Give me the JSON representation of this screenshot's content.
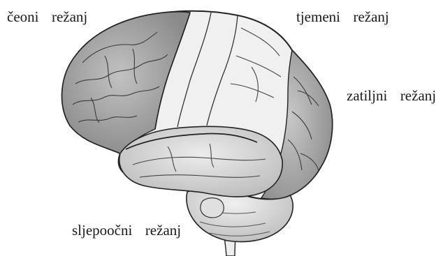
{
  "labels": {
    "frontal": "čeoni  režanj",
    "parietal": "tjemeni  režanj",
    "occipital": "zatiljni  režanj",
    "temporal": "sljepoočni  režanj"
  },
  "colors": {
    "outline": "#222222",
    "cortex_dark": "#8c8c8c",
    "cortex_mid": "#b5b5b5",
    "cortex_light": "#f2f2f2",
    "gyrus_highlight": "#e4e4e4",
    "cerebellum": "#d9d9d9",
    "brainstem": "#ececec",
    "background": "#ffffff"
  }
}
